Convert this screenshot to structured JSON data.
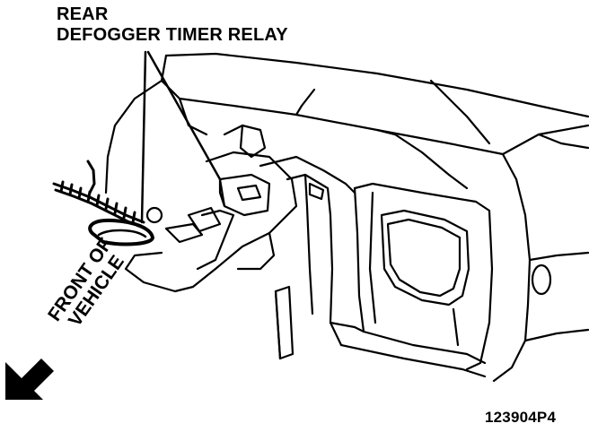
{
  "callout": {
    "line1": "REAR",
    "line2": "DEFOGGER TIMER RELAY"
  },
  "orientation": {
    "line1": "FRONT OF",
    "line2": "VEHICLE"
  },
  "figure_id": "123904P4",
  "colors": {
    "ink": "#000000",
    "paper": "#ffffff"
  }
}
